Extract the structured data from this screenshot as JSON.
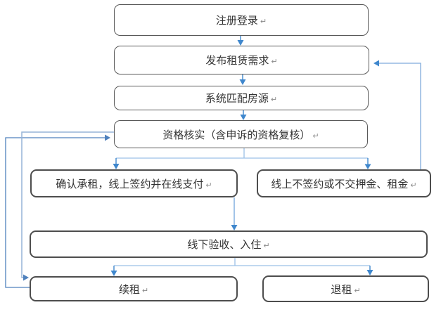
{
  "nodes": {
    "register": {
      "label": "注册登录"
    },
    "publish": {
      "label": "发布租赁需求"
    },
    "match": {
      "label": "系统匹配房源"
    },
    "verify": {
      "label": "资格核实（含申诉的资格复核）"
    },
    "confirm": {
      "label": "确认承租，线上签约并在线支付"
    },
    "no_sign": {
      "label": "线上不签约或不交押金、租金"
    },
    "checkin": {
      "label": "线下验收、入住"
    },
    "renew": {
      "label": "续租"
    },
    "terminate": {
      "label": "退租"
    }
  },
  "marks": {
    "return_mark": "↵"
  },
  "theme": {
    "box_border": "#595959",
    "text_color": "#333333",
    "arrow_blue": "#3f87cd",
    "light_blue": "#9cc0e6",
    "mid_blue": "#6fa3dc",
    "feedback_dark": "#4f81bd",
    "feedback_light": "#95b3d7",
    "right_feedback": "#7fabdc",
    "bg": "#ffffff",
    "mark_color": "#8a8a8a"
  }
}
